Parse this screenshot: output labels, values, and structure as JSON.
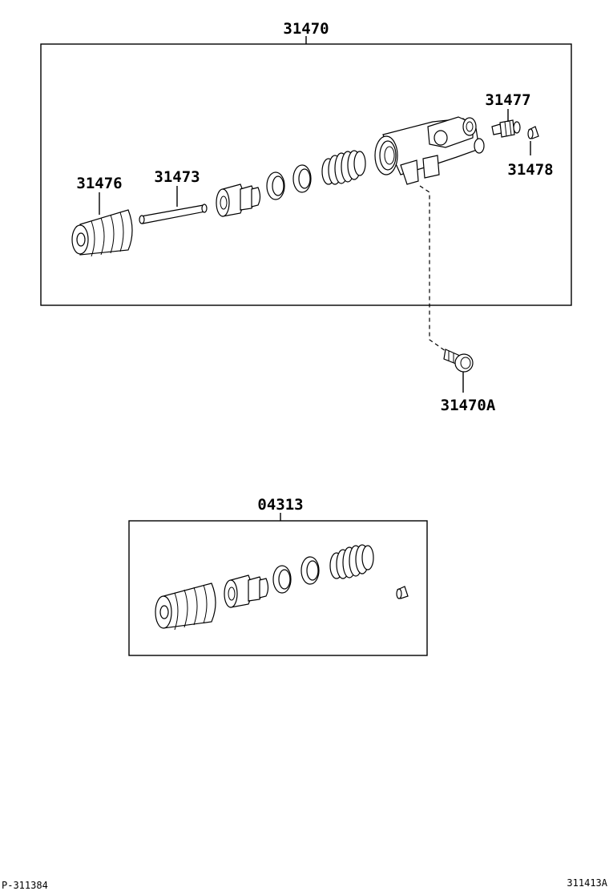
{
  "diagram": {
    "assembly_label": "31470",
    "parts": {
      "boot": "31476",
      "push_rod": "31473",
      "bleeder_plug": "31477",
      "bleeder_cap": "31478",
      "bolt": "31470A"
    },
    "kit_label": "04313"
  },
  "footer": {
    "left_code": "P-311384",
    "right_code": "311413A"
  }
}
